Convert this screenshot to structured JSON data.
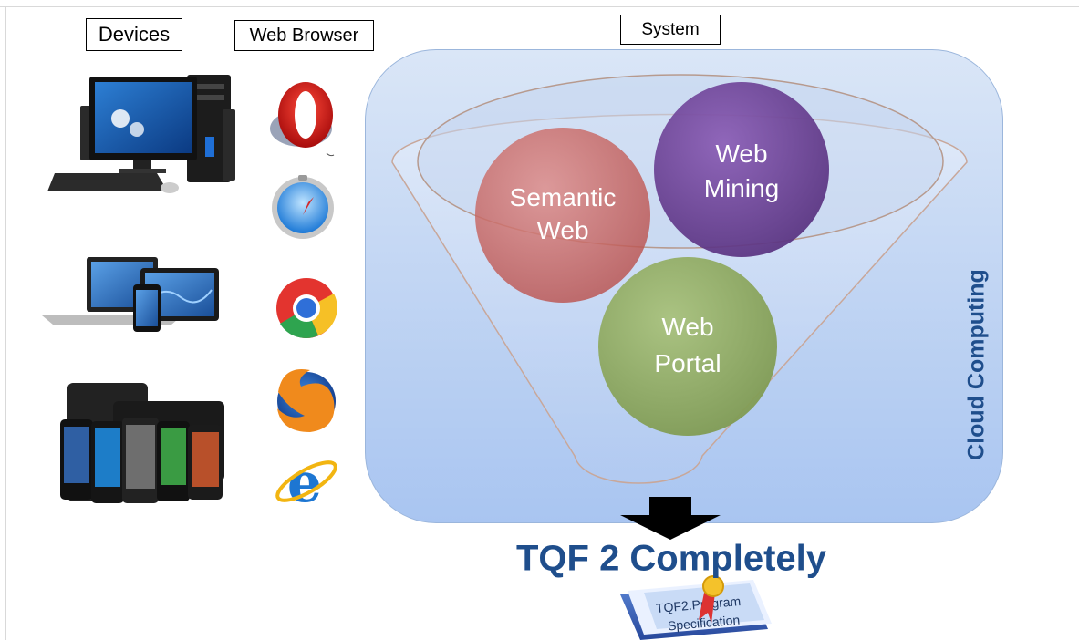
{
  "labels": {
    "devices": "Devices",
    "web_browser": "Web Browser",
    "system": "System"
  },
  "system": {
    "bubbles": {
      "semantic_web": [
        "Semantic",
        "Web"
      ],
      "web_mining": [
        "Web",
        "Mining"
      ],
      "web_portal": [
        "Web",
        "Portal"
      ]
    },
    "side_label": "Cloud Computing"
  },
  "output": {
    "title": "TQF 2 Completely",
    "book_line1": "TQF2.Program",
    "book_line2": "Specification"
  },
  "devices": [
    "desktop-computer-icon",
    "laptop-tablet-icon",
    "smartphones-icon"
  ],
  "browsers": [
    "opera-icon",
    "safari-icon",
    "chrome-icon",
    "firefox-icon",
    "internet-explorer-icon"
  ],
  "colors": {
    "title": "#1f4e8c",
    "semantic_web": "#c9605d",
    "web_mining": "#6a3b93",
    "web_portal": "#8fab61",
    "panel": "#c1d5f3"
  }
}
